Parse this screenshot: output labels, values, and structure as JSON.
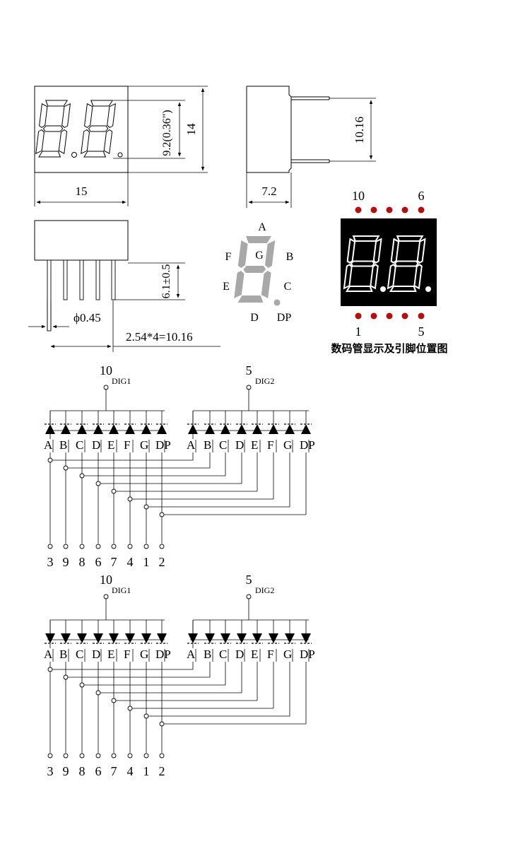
{
  "front_view": {
    "width_label": "15",
    "height_label": "14",
    "digit_height_label": "9.2(0.36\")"
  },
  "side_view": {
    "depth_label": "7.2",
    "pin_row_label": "10.16"
  },
  "bottom_view": {
    "pin_length_label": "6.1±0.5",
    "pin_diameter_label": "ϕ0.45",
    "pitch_label": "2.54*4=10.16"
  },
  "segment_legend": {
    "a": "A",
    "b": "B",
    "c": "C",
    "d": "D",
    "e": "E",
    "f": "F",
    "g": "G",
    "dp": "DP"
  },
  "pinout": {
    "top_left": "10",
    "top_right": "6",
    "bottom_left": "1",
    "bottom_right": "5",
    "caption": "数码管显示及引脚位置图",
    "display_bg": "#000000",
    "pin_dot_color": "#b01010"
  },
  "schematic_common_anode": {
    "dig1_pin": "10",
    "dig1_label": "DIG1",
    "dig2_pin": "5",
    "dig2_label": "DIG2",
    "segments": [
      "A",
      "B",
      "C",
      "D",
      "E",
      "F",
      "G",
      "DP"
    ],
    "pins": [
      "3",
      "9",
      "8",
      "6",
      "7",
      "4",
      "1",
      "2"
    ]
  },
  "schematic_common_cathode": {
    "dig1_pin": "10",
    "dig1_label": "DIG1",
    "dig2_pin": "5",
    "dig2_label": "DIG2",
    "segments": [
      "A",
      "B",
      "C",
      "D",
      "E",
      "F",
      "G",
      "DP"
    ],
    "pins": [
      "3",
      "9",
      "8",
      "6",
      "7",
      "4",
      "1",
      "2"
    ]
  }
}
